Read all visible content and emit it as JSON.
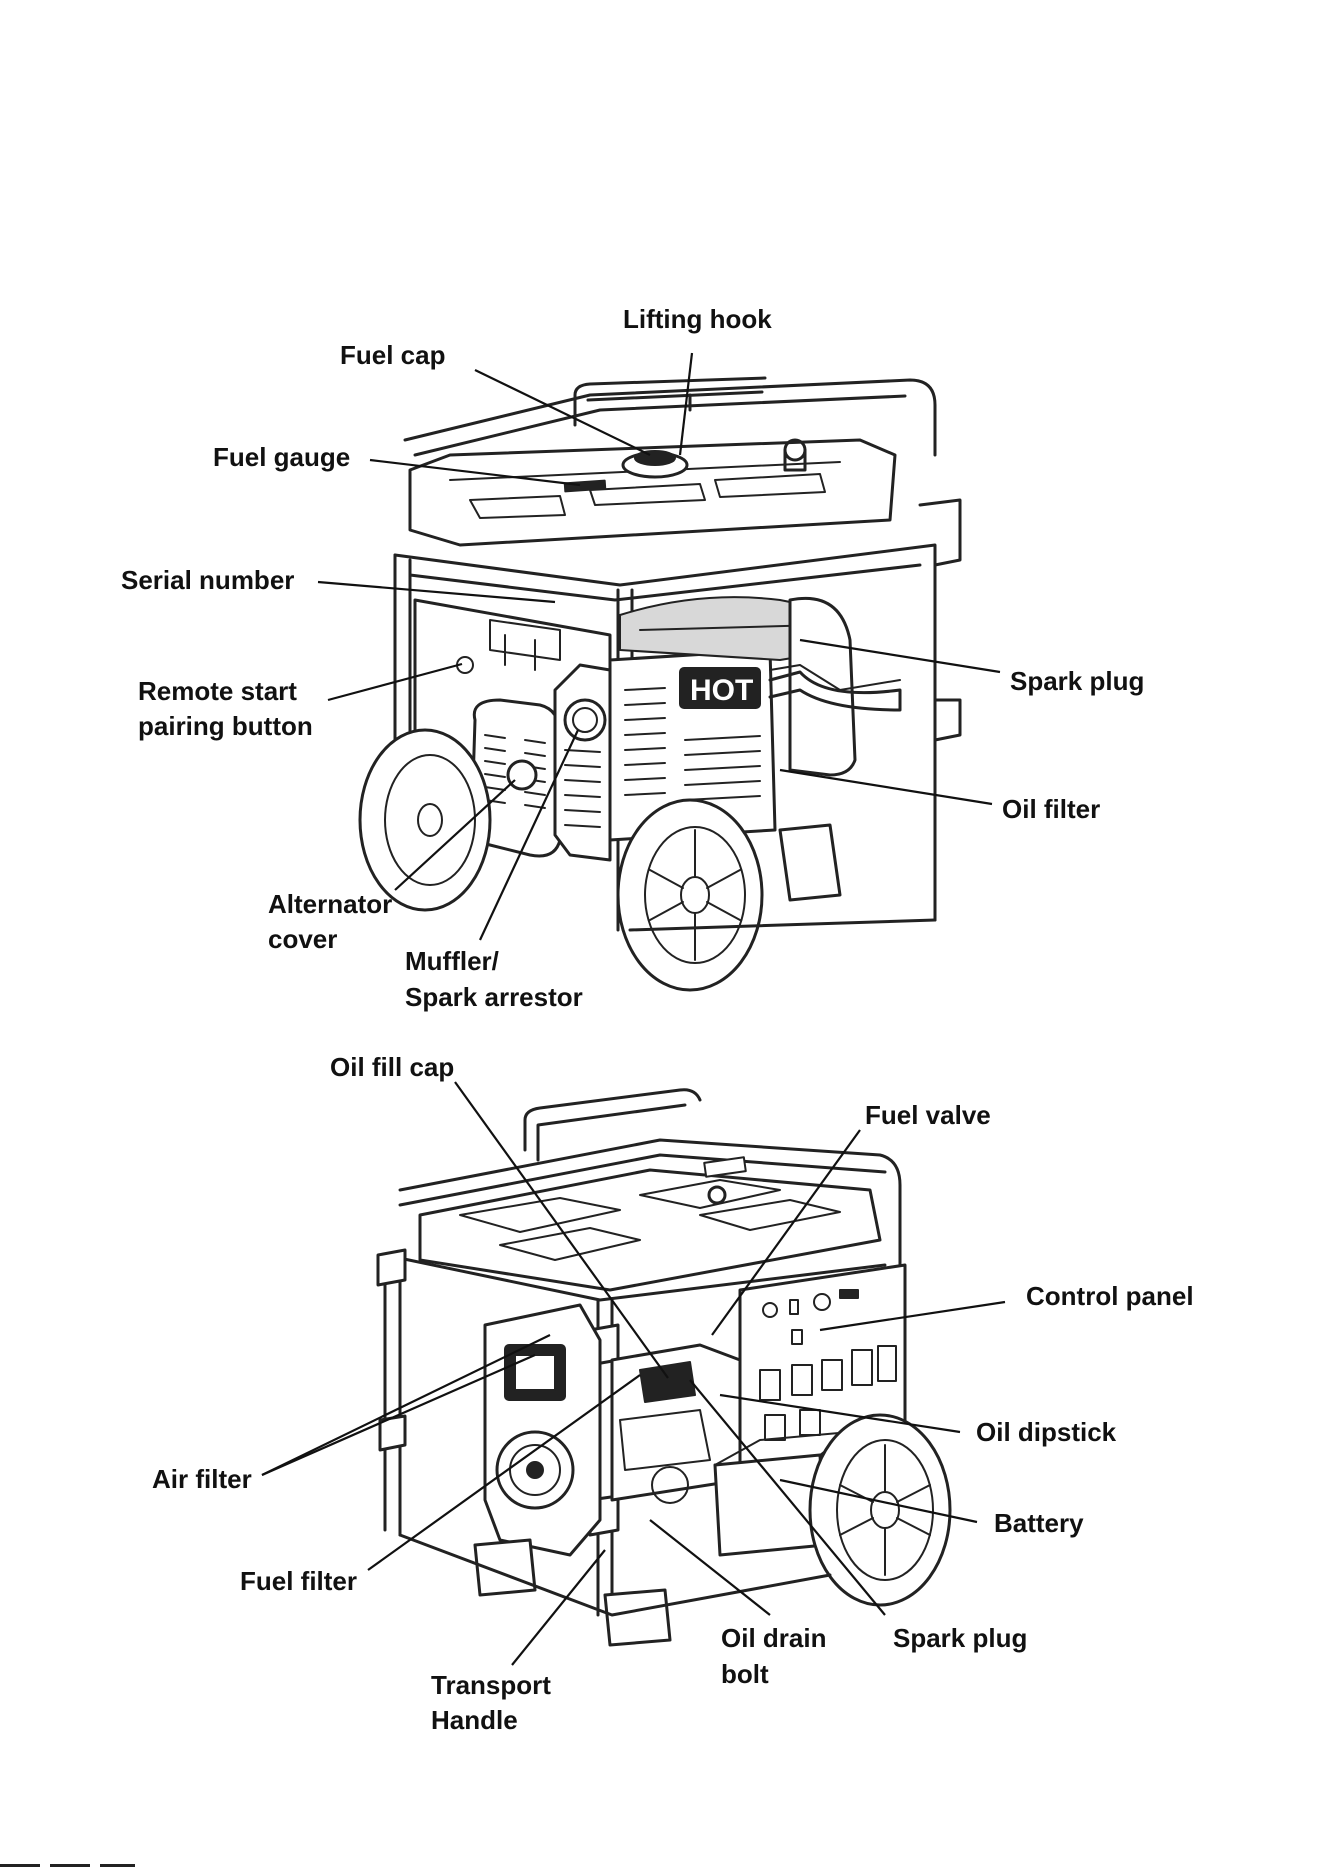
{
  "labels_top": {
    "lifting_hook": "Lifting hook",
    "fuel_cap": "Fuel cap",
    "fuel_gauge": "Fuel gauge",
    "serial_number": "Serial number",
    "remote_start_1": "Remote start",
    "remote_start_2": "pairing button",
    "alternator_1": "Alternator",
    "alternator_2": "cover",
    "muffler_1": "Muffler/",
    "muffler_2": "Spark arrestor",
    "spark_plug": "Spark plug",
    "oil_filter": "Oil filter",
    "hot_decal": "HOT"
  },
  "labels_bottom": {
    "oil_fill_cap": "Oil fill cap",
    "fuel_valve": "Fuel valve",
    "control_panel": "Control panel",
    "oil_dipstick": "Oil dipstick",
    "air_filter": "Air filter",
    "battery": "Battery",
    "fuel_filter": "Fuel filter",
    "oil_drain_1": "Oil drain",
    "oil_drain_2": "bolt",
    "spark_plug": "Spark plug",
    "transport_1": "Transport",
    "transport_2": "Handle"
  },
  "colors": {
    "line": "#222222",
    "background": "#ffffff"
  }
}
